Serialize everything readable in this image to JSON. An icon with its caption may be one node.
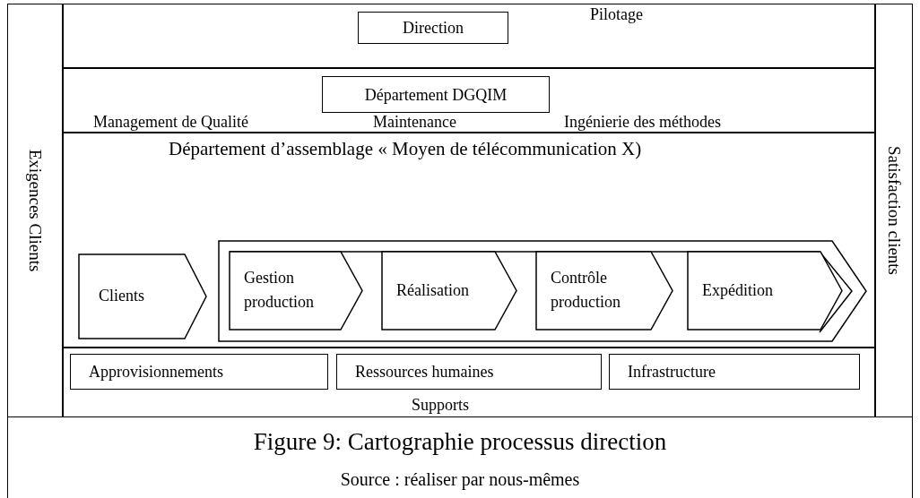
{
  "diagram": {
    "caption": "Figure 9: Cartographie processus direction",
    "nodes": [
      {
        "text": [
          "Exigences Clients"
        ]
      },
      {
        "text": [
          "Pilotage"
        ]
      },
      {
        "text": [
          "Direction"
        ],
        "in": 1
      },
      {
        "text": [
          "Management de Qualité",
          "Maintenance",
          "Ingénierie des méthodes"
        ]
      },
      {
        "text": [
          "Département DGQIM"
        ],
        "in": 3
      },
      {
        "text": [
          "Département d’assemblage « Moyen de télécommunication X)"
        ]
      },
      {
        "text": [
          "Clients"
        ],
        "in": 5
      },
      {
        "text": [],
        "shape": "chevron",
        "in": 5
      },
      {
        "text": [
          "Gestion production"
        ],
        "in": 7
      },
      {
        "text": [
          "Réalisation"
        ],
        "in": 7
      },
      {
        "text": [
          "Contrôle production"
        ],
        "in": 7
      },
      {
        "text": [
          "Expédition"
        ],
        "in": 7
      },
      {
        "text": [
          "Supports"
        ]
      },
      {
        "text": [
          "Approvisionnements"
        ],
        "in": 12
      },
      {
        "text": [
          "Ressources humaines"
        ],
        "in": 12
      },
      {
        "text": [
          "Infrastructure"
        ],
        "in": 12
      },
      {
        "text": [
          "Satisfaction clients"
        ]
      }
    ],
    "labels": [
      "Source : réaliser par nous-mêmes"
    ]
  }
}
